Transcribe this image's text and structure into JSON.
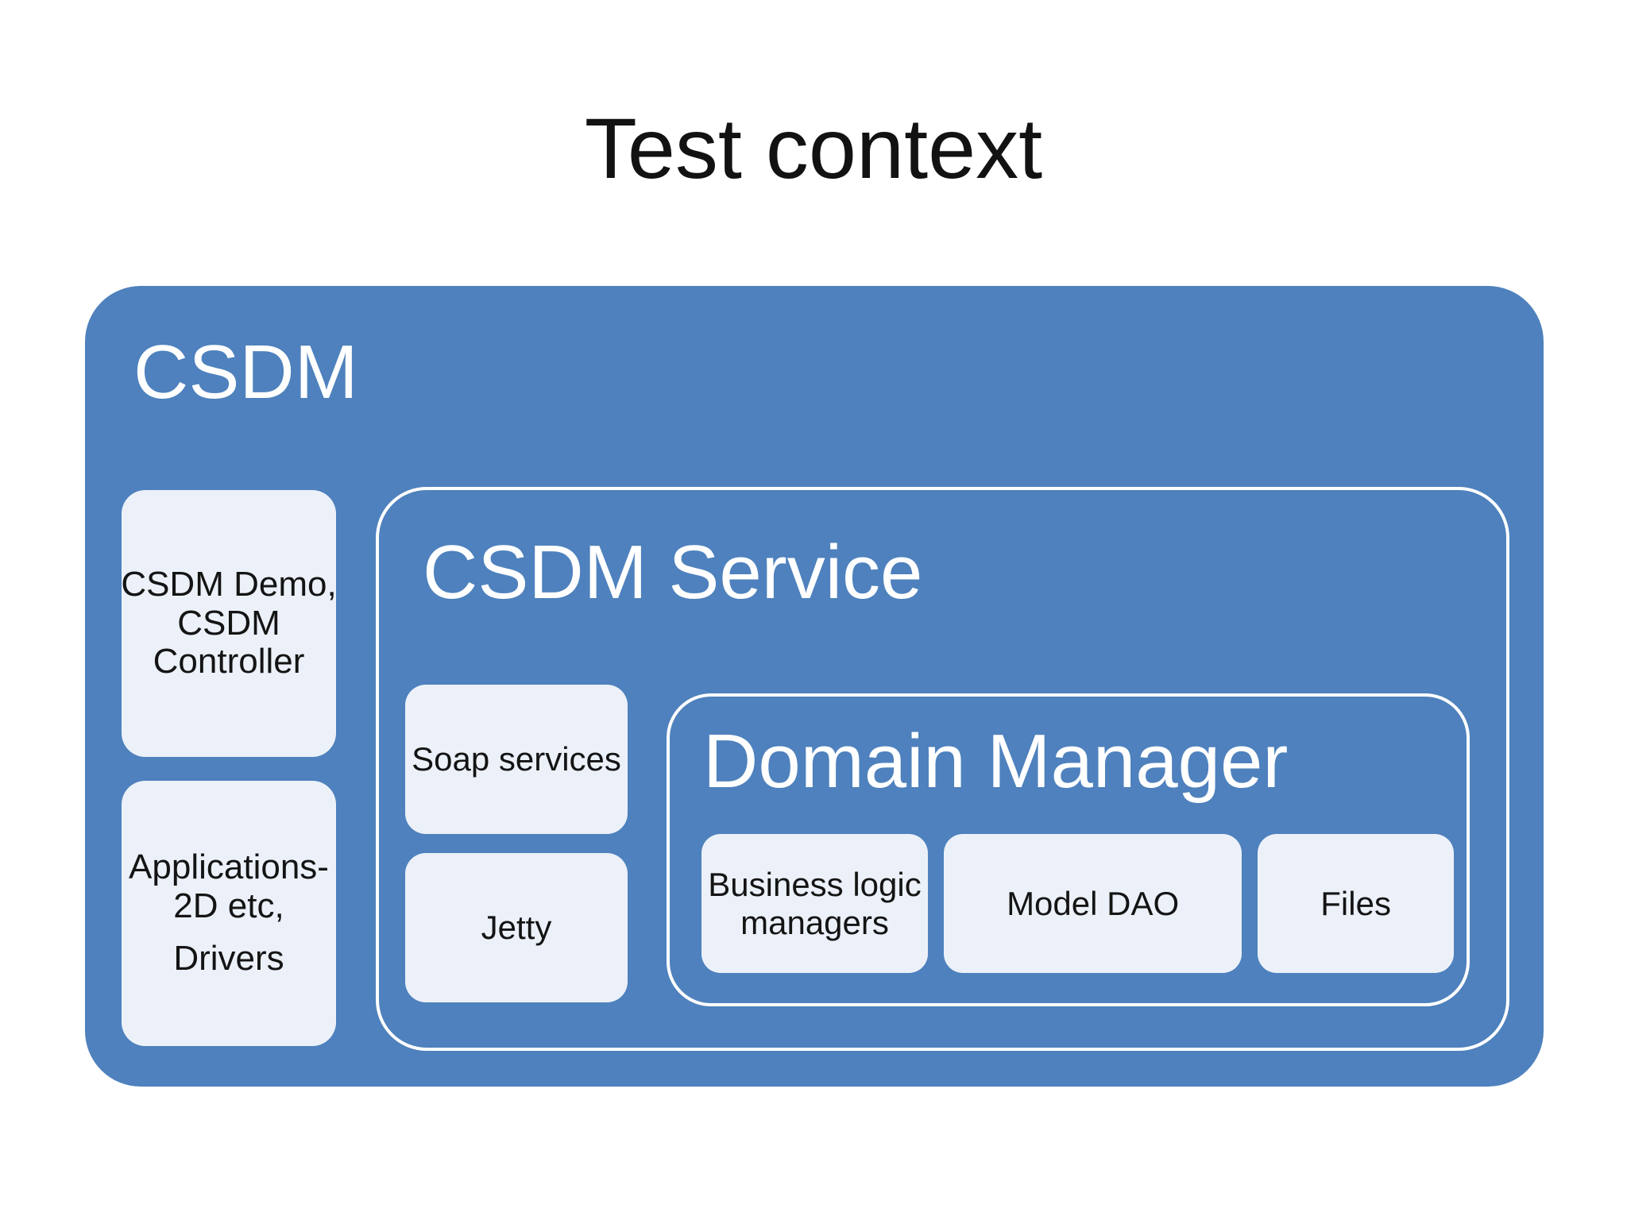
{
  "slide": {
    "title": "Test context"
  },
  "colors": {
    "background": "#FFFFFF",
    "container_blue": "#4E81BD",
    "box_light": "#ECF1F9",
    "outline_white": "#FFFFFF",
    "text_dark": "#141414",
    "text_light": "#FFFFFF"
  },
  "diagram": {
    "csdm": {
      "label": "CSDM",
      "demo_controller_box": "CSDM Demo,\nCSDM\nController",
      "applications_box": {
        "paragraph1": "Applications-\n2D etc,",
        "paragraph2": "Drivers"
      },
      "service": {
        "label": "CSDM Service",
        "soap_box": "Soap services",
        "jetty_box": "Jetty",
        "domain_manager": {
          "label": "Domain Manager",
          "items": [
            "Business logic\nmanagers",
            "Model DAO",
            "Files"
          ]
        }
      }
    }
  }
}
